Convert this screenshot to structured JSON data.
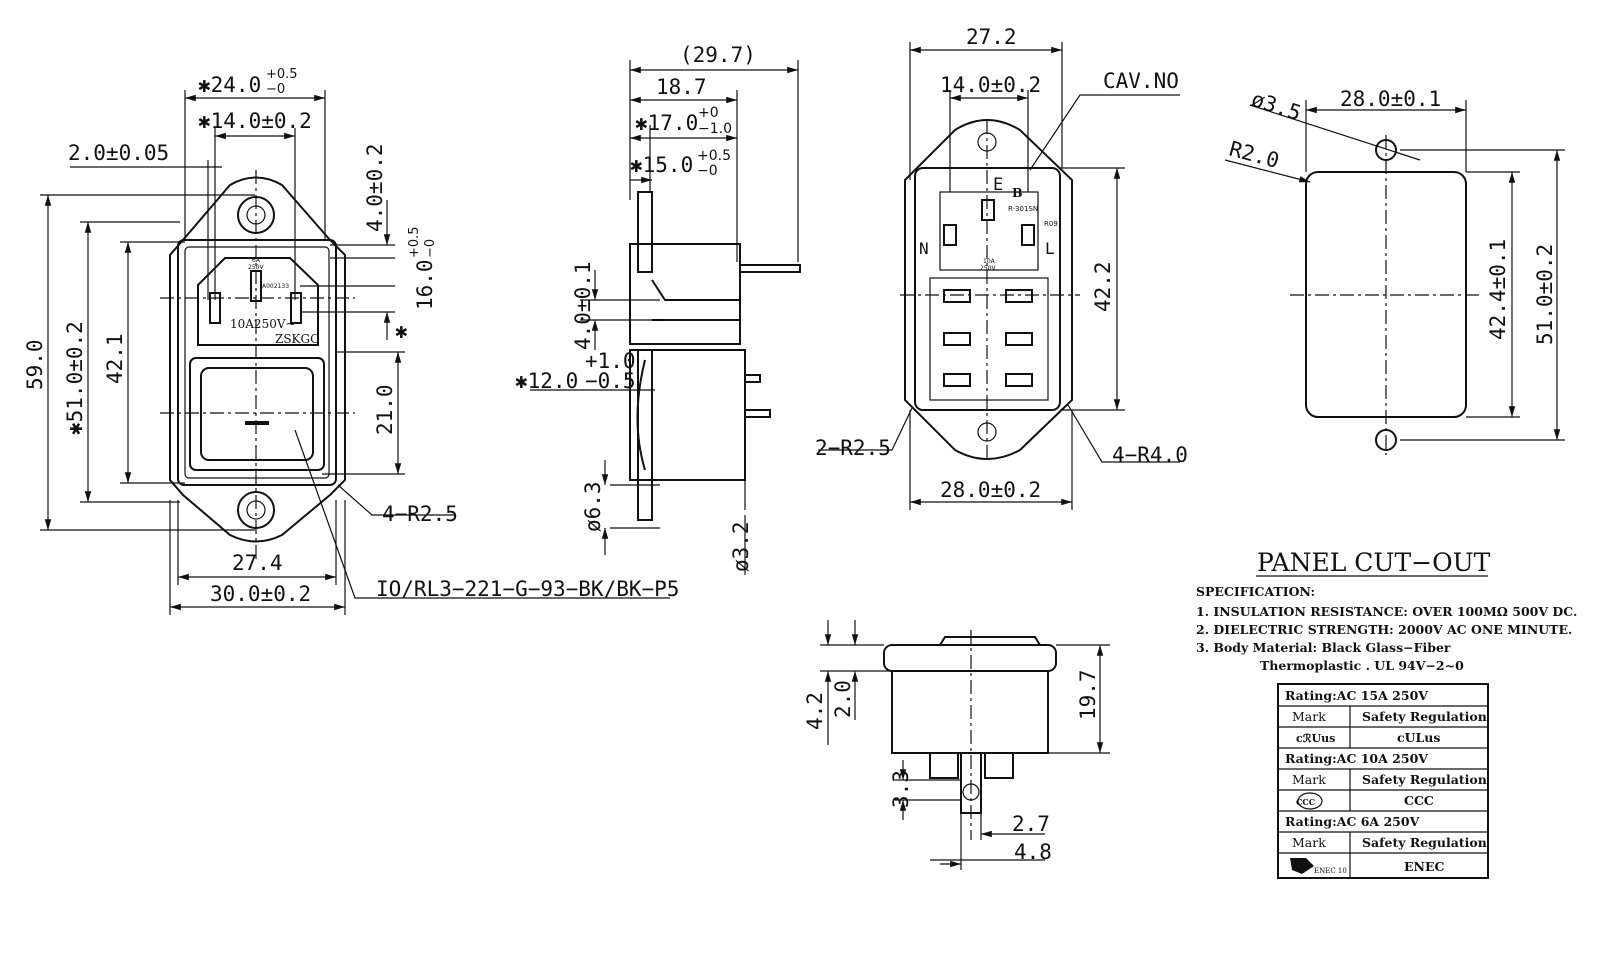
{
  "front_view": {
    "dims": {
      "w24": "✱24.0",
      "w24_tol_up": "+0.5",
      "w24_tol_dn": "−0",
      "w14": "✱14.0±0.2",
      "w2": "2.0±0.05",
      "h4": "4.0±0.2",
      "h16": "16.0",
      "h16_tol_up": "+0.5",
      "h16_tol_dn": "−0",
      "h16_star": "✱",
      "h59": "59.0",
      "h51": "✱51.0±0.2",
      "h42": "42.1",
      "h21": "21.0",
      "w274": "27.4",
      "w30": "30.0±0.2",
      "r25": "4−R2.5"
    },
    "labels": {
      "rating": "10A250V~",
      "brand": "ZSKGC",
      "fuse_small": "6A",
      "fuse_small2": "250V",
      "cert_small": "A002133"
    },
    "part_number": "IO/RL3−221−G−93−BK/BK−P5"
  },
  "side_view": {
    "dims": {
      "d297": "(29.7)",
      "d187": "18.7",
      "d17": "✱17.0",
      "d17_up": "+0",
      "d17_dn": "−1.0",
      "d15": "✱15.0",
      "d15_up": "+0.5",
      "d15_dn": "−0",
      "d4": "4.0±0.1",
      "d12": "✱12.0",
      "d12_up": "+1.0",
      "d12_dn": "−0.5",
      "d63": "ø6.3",
      "d32": "ø3.2"
    }
  },
  "rear_view": {
    "dims": {
      "w272": "27.2",
      "w14": "14.0±0.2",
      "h422": "42.2",
      "w28": "28.0±0.2",
      "r25": "2−R2.5",
      "r40": "4−R4.0"
    },
    "labels": {
      "cav": "CAV.NO",
      "e": "E",
      "b": "B",
      "n": "N",
      "l": "L",
      "model": "R-301SN",
      "code": "R09",
      "rating1": "10A",
      "rating2": "250V"
    }
  },
  "panel_cutout": {
    "dims": {
      "hole": "ø3.5",
      "w28": "28.0±0.1",
      "r2": "R2.0",
      "h424": "42.4±0.1",
      "h51": "51.0±0.2"
    },
    "title": "PANEL CUT−OUT"
  },
  "bottom_view": {
    "dims": {
      "h42": "4.2",
      "h20": "2.0",
      "h197": "19.7",
      "h33": "3.3",
      "w27": "2.7",
      "w48": "4.8"
    }
  },
  "specification": {
    "heading": "SPECIFICATION:",
    "items": [
      "1. INSULATION RESISTANCE: OVER 100MΩ 500V DC.",
      "2. DIELECTRIC STRENGTH: 2000V AC ONE MINUTE.",
      "3. Body Material: Black Glass−Fiber",
      "Thermoplastic . UL 94V−2~0"
    ]
  },
  "ratings_table": {
    "groups": [
      {
        "rating": "Rating:AC 15A 250V",
        "mark_label": "Mark",
        "reg_label": "Safety Regulation",
        "mark_logo": "cℛUus",
        "regulation": "cULus"
      },
      {
        "rating": "Rating:AC 10A 250V",
        "mark_label": "Mark",
        "reg_label": "Safety Regulation",
        "mark_logo": "CCC",
        "regulation": "CCC"
      },
      {
        "rating": "Rating:AC 6A 250V",
        "mark_label": "Mark",
        "reg_label": "Safety Regulation",
        "mark_logo": "ENEC 10",
        "regulation": "ENEC"
      }
    ]
  }
}
